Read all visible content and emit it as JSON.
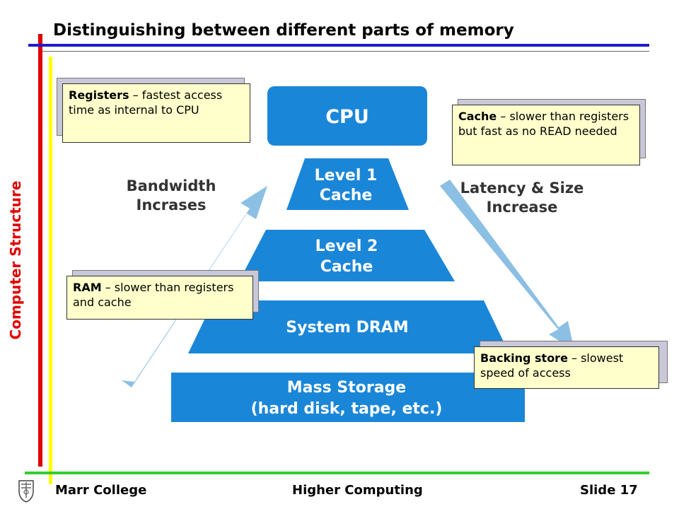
{
  "slide": {
    "title": "Distinguishing between different parts of memory",
    "side_label": "Computer Structure"
  },
  "diagram": {
    "levels": [
      {
        "line1": "CPU",
        "line2": ""
      },
      {
        "line1": "Level 1",
        "line2": "Cache"
      },
      {
        "line1": "Level 2",
        "line2": "Cache"
      },
      {
        "line1": "System DRAM",
        "line2": ""
      },
      {
        "line1": "Mass Storage",
        "line2": "(hard disk, tape, etc.)"
      }
    ],
    "left_arrow": {
      "line1": "Bandwidth",
      "line2": "Incrases"
    },
    "right_arrow": {
      "line1": "Latency & Size",
      "line2": "Increase"
    },
    "colors": {
      "level_fill": "#1a86d8",
      "arrow_fill": "#8cbfe4",
      "text": "#ffffff",
      "arrow_text": "#333333"
    }
  },
  "callouts": {
    "registers": {
      "term": "Registers",
      "desc": " – fastest access time as internal to CPU"
    },
    "cache": {
      "term": "Cache",
      "desc": " – slower than registers but fast as no READ needed"
    },
    "ram": {
      "term": "RAM",
      "desc": " – slower than registers and cache"
    },
    "backing": {
      "term": "Backing store",
      "desc": " – slowest speed of access"
    }
  },
  "footer": {
    "left": "Marr College",
    "center": "Higher Computing",
    "right": "Slide 17",
    "logo_icon": "crest-icon"
  }
}
